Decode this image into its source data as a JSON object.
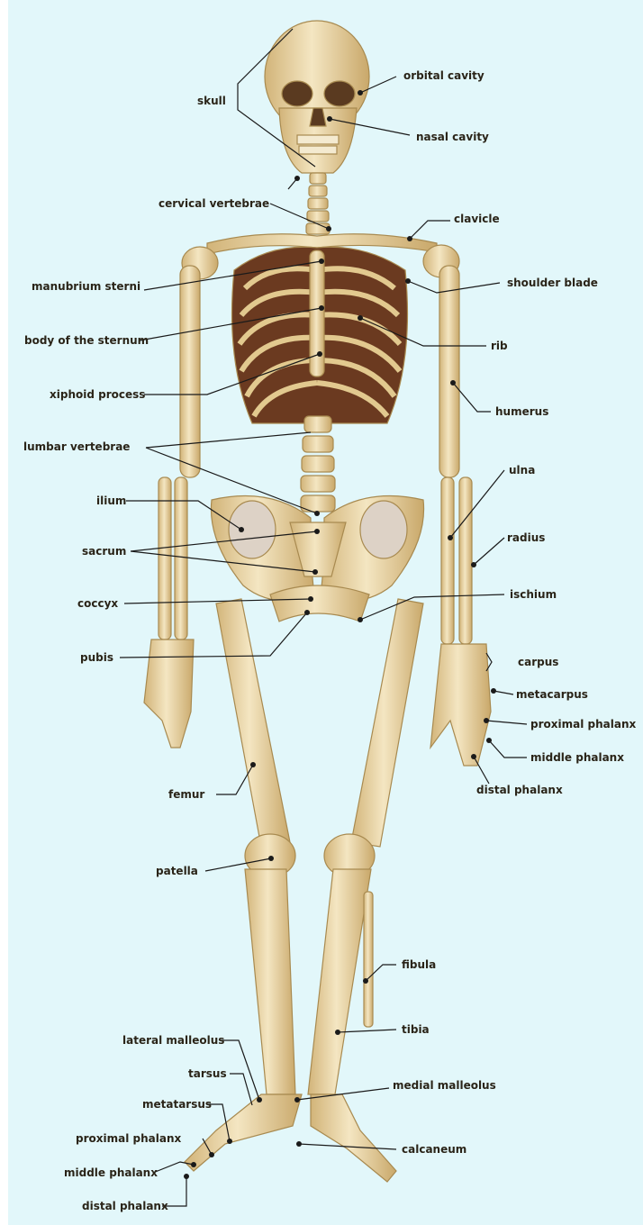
{
  "diagram": {
    "colors": {
      "background": "#e2f7fa",
      "bone": "#eedcb0",
      "bone_shade": "#c9a86a",
      "rib_cavity": "#6b3a20",
      "pelvis_inner": "#ddd2c6",
      "leader_line": "#1a1a1a"
    },
    "labels": {
      "skull": "skull",
      "orbital_cavity": "orbital cavity",
      "nasal_cavity": "nasal cavity",
      "cervical_vertebrae": "cervical vertebrae",
      "clavicle": "clavicle",
      "manubrium_sterni": "manubrium sterni",
      "shoulder_blade": "shoulder blade",
      "body_of_sternum": "body of the sternum",
      "rib": "rib",
      "xiphoid_process": "xiphoid process",
      "humerus": "humerus",
      "lumbar_vertebrae": "lumbar vertebrae",
      "ilium": "ilium",
      "ulna": "ulna",
      "sacrum": "sacrum",
      "radius": "radius",
      "coccyx": "coccyx",
      "ischium": "ischium",
      "pubis": "pubis",
      "carpus": "carpus",
      "metacarpus": "metacarpus",
      "proximal_phalanx_hand": "proximal phalanx",
      "middle_phalanx_hand": "middle phalanx",
      "distal_phalanx_hand": "distal phalanx",
      "femur": "femur",
      "patella": "patella",
      "fibula": "fibula",
      "tibia": "tibia",
      "lateral_malleolus": "lateral malleolus",
      "tarsus": "tarsus",
      "medial_malleolus": "medial malleolus",
      "metatarsus": "metatarsus",
      "proximal_phalanx_foot": "proximal phalanx",
      "calcaneum": "calcaneum",
      "middle_phalanx_foot": "middle phalanx",
      "distal_phalanx_foot": "distal phalanx"
    }
  }
}
